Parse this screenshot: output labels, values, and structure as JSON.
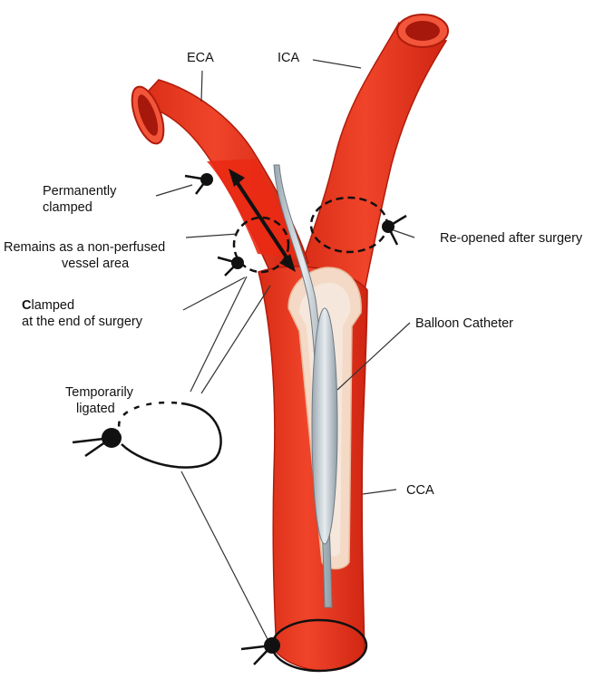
{
  "labels": {
    "eca": "ECA",
    "ica": "ICA",
    "permanently_1": "Permanently",
    "permanently_2": "clamped",
    "remains_1": "Remains as a non-perfused",
    "remains_2": "vessel area",
    "clamped_first": "C",
    "clamped_rest": "lamped",
    "clamped_2": "at the end of surgery",
    "reopened": "Re-opened after surgery",
    "balloon": "Balloon Catheter",
    "temp_1": "Temporarily",
    "temp_2": "ligated",
    "cca": "CCA"
  },
  "colors": {
    "vessel": "#e8321c",
    "vessel_dark": "#c21f0f",
    "vessel_light": "#f26a4f",
    "lumen": "#9e1a0c",
    "catheter": "#b7c3cb",
    "ink": "#111111"
  }
}
